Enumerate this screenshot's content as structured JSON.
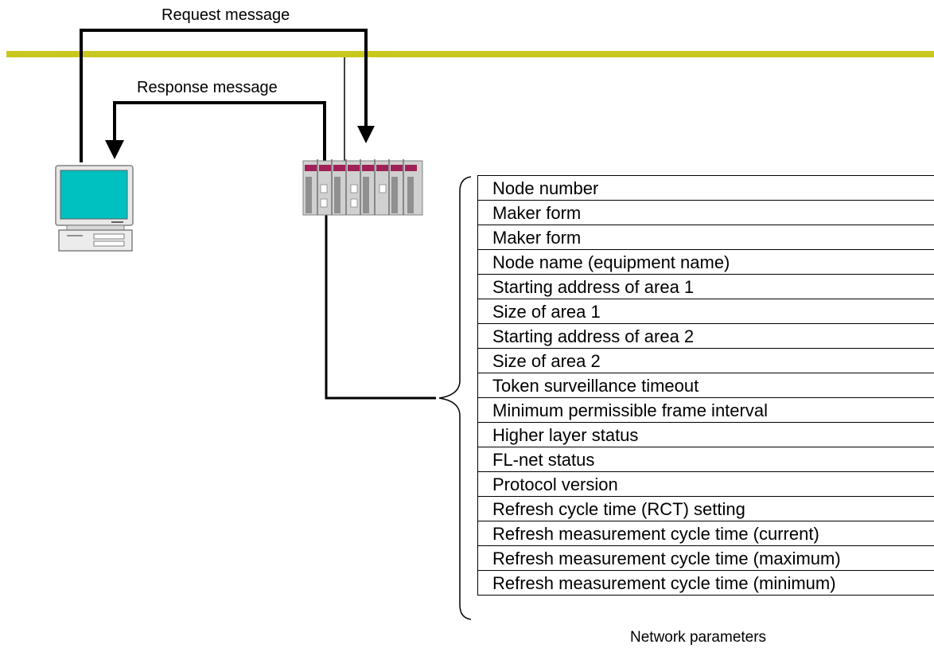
{
  "labels": {
    "request": "Request message",
    "response": "Response message",
    "caption": "Network parameters"
  },
  "parameters": [
    "Node number",
    "Maker form",
    "Maker form",
    "Node name (equipment name)",
    "Starting address of area 1",
    "Size of area 1",
    "Starting address of area 2",
    "Size of area 2",
    "Token surveillance timeout",
    "Minimum permissible frame interval",
    "Higher layer status",
    "FL-net status",
    "Protocol version",
    "Refresh cycle time (RCT) setting",
    "Refresh measurement cycle time (current)",
    "Refresh measurement cycle time (maximum)",
    "Refresh measurement cycle time (minimum)"
  ],
  "colors": {
    "network_bus": "#c8c81e",
    "monitor_screen": "#00c0c0",
    "plc_accent": "#a0205a"
  },
  "icons": [
    "computer-icon",
    "plc-icon"
  ]
}
